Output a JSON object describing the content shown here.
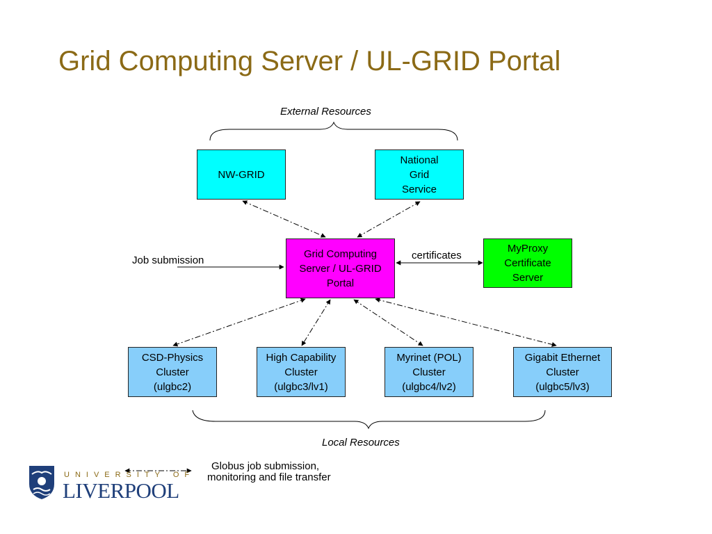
{
  "title": "Grid Computing Server / UL-GRID Portal",
  "external_label": "External Resources",
  "local_label": "Local Resources",
  "nodes": {
    "nwgrid": [
      "NW-GRID"
    ],
    "ngs": [
      "National",
      "Grid",
      "Service"
    ],
    "portal": [
      "Grid Computing",
      "Server / UL-GRID",
      "Portal"
    ],
    "myproxy": [
      "MyProxy",
      "Certificate",
      "Server"
    ],
    "csd": [
      "CSD-Physics",
      "Cluster",
      "(ulgbc2)"
    ],
    "highcap": [
      "High Capability",
      "Cluster",
      "(ulgbc3/lv1)"
    ],
    "myrinet": [
      "Myrinet (POL)",
      "Cluster",
      "(ulgbc4/lv2)"
    ],
    "gigabit": [
      "Gigabit Ethernet",
      "Cluster",
      "(ulgbc5/lv3)"
    ]
  },
  "edge_labels": {
    "job_submission": "Job submission",
    "certificates": "certificates"
  },
  "legend": {
    "line1": "Globus job submission,",
    "line2": "monitoring and file transfer"
  },
  "logo": {
    "small": "UNIVERSITY OF",
    "big": "LIVERPOOL"
  },
  "colors": {
    "title": "#8b6a16",
    "external": "#00ffff",
    "portal": "#ff00ff",
    "myproxy": "#00ff00",
    "local": "#87cefa",
    "logo_blue": "#1f3f7a"
  }
}
